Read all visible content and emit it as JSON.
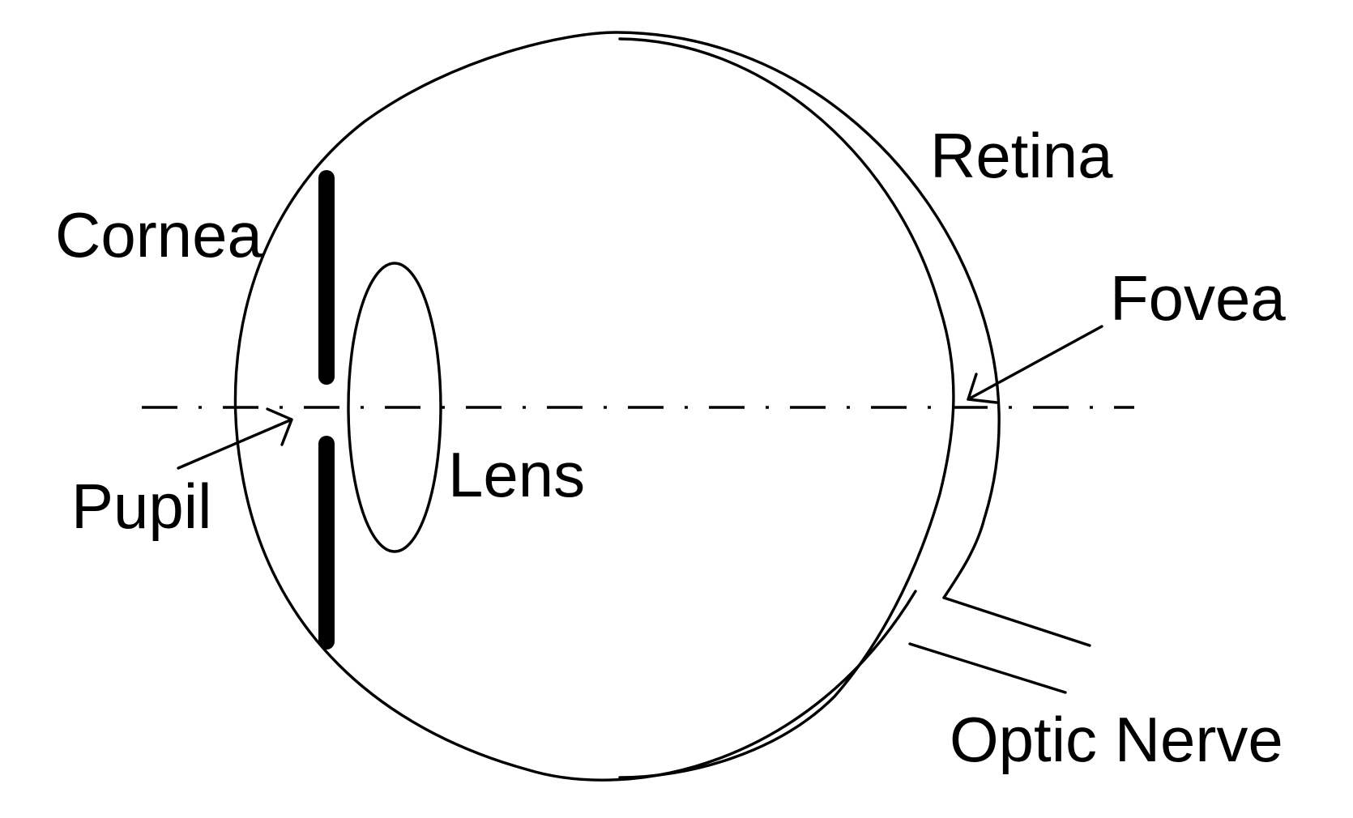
{
  "labels": {
    "cornea": "Cornea",
    "pupil": "Pupil",
    "lens": "Lens",
    "retina": "Retina",
    "fovea": "Fovea",
    "optic_nerve": "Optic Nerve"
  },
  "colors": {
    "line": "#000000",
    "background": "#ffffff"
  }
}
